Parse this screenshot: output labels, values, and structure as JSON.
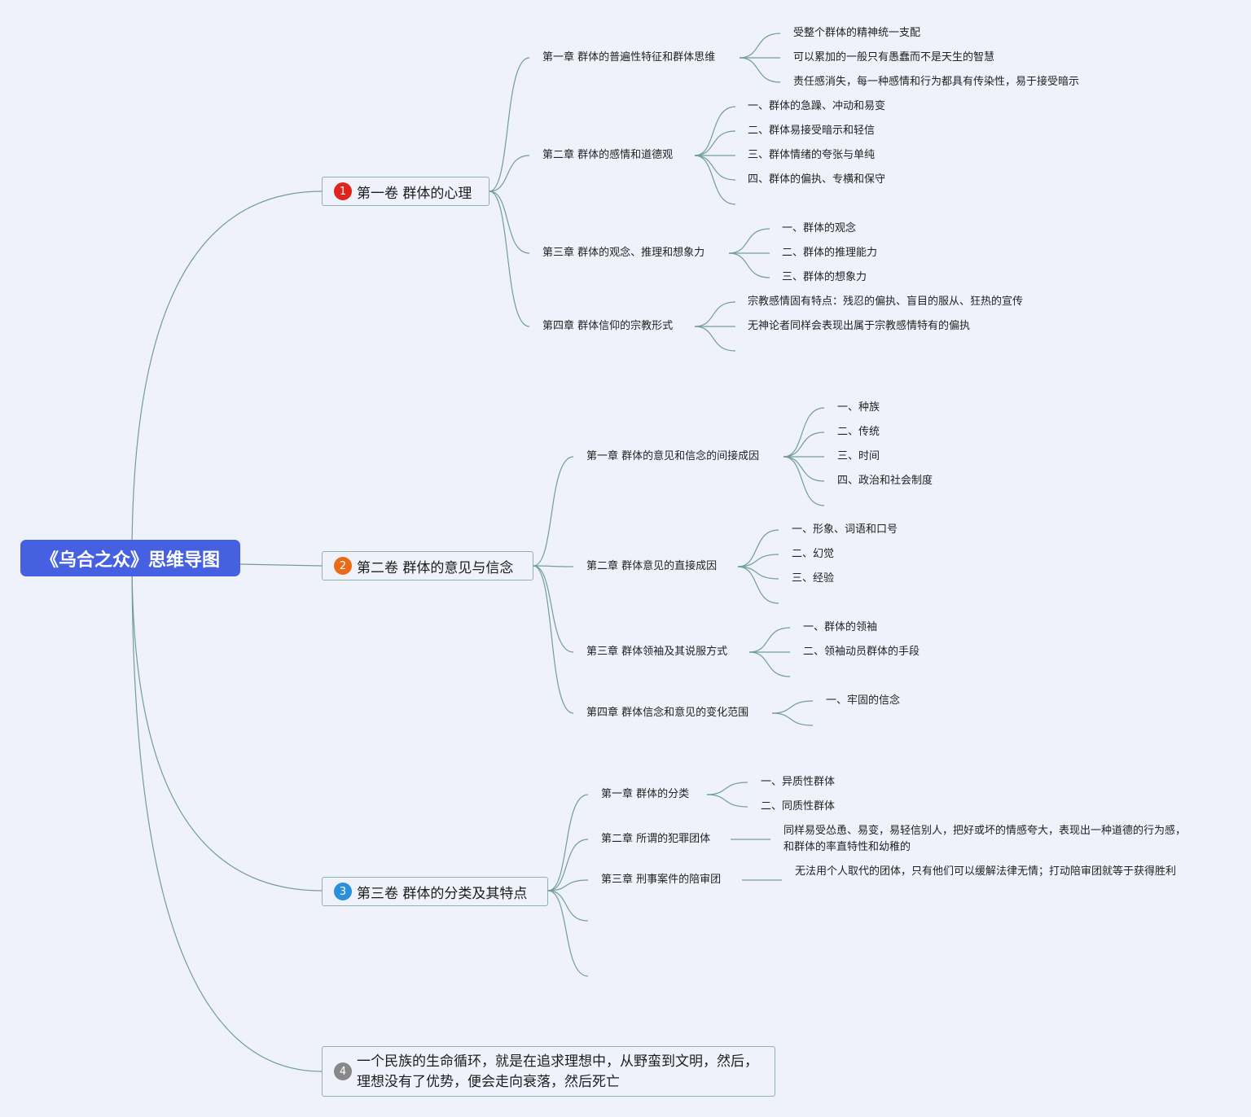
{
  "title": "《乌合之众》思维导图",
  "volumes": [
    {
      "number": "1",
      "label": "第一卷 群体的心理",
      "chapters": [
        {
          "label": "第一章 群体的普遍性特征和群体思维",
          "items": [
            "受整个群体的精神统一支配",
            "可以累加的一般只有愚蠢而不是天生的智慧",
            "责任感消失，每一种感情和行为都具有传染性，易于接受暗示"
          ]
        },
        {
          "label": "第二章 群体的感情和道德观",
          "items": [
            "一、群体的急躁、冲动和易变",
            "二、群体易接受暗示和轻信",
            "三、群体情绪的夸张与单纯",
            "四、群体的偏执、专横和保守"
          ]
        },
        {
          "label": "第三章 群体的观念、推理和想象力",
          "items": [
            "一、群体的观念",
            "二、群体的推理能力",
            "三、群体的想象力"
          ]
        },
        {
          "label": "第四章 群体信仰的宗教形式",
          "items": [
            "宗教感情固有特点：残忍的偏执、盲目的服从、狂热的宣传",
            "无神论者同样会表现出属于宗教感情特有的偏执"
          ]
        }
      ]
    },
    {
      "number": "2",
      "label": "第二卷 群体的意见与信念",
      "chapters": [
        {
          "label": "第一章 群体的意见和信念的间接成因",
          "items": [
            "一、种族",
            "二、传统",
            "三、时间",
            "四、政治和社会制度"
          ]
        },
        {
          "label": "第二章 群体意见的直接成因",
          "items": [
            "一、形象、词语和口号",
            "二、幻觉",
            "三、经验"
          ]
        },
        {
          "label": "第三章 群体领袖及其说服方式",
          "items": [
            "一、群体的领袖",
            "二、领袖动员群体的手段"
          ]
        },
        {
          "label": "第四章 群体信念和意见的变化范围",
          "items": [
            "一、牢固的信念"
          ]
        }
      ]
    },
    {
      "number": "3",
      "label": "第三卷 群体的分类及其特点",
      "chapters": [
        {
          "label": "第一章 群体的分类",
          "items": [
            "一、异质性群体",
            "二、同质性群体"
          ]
        },
        {
          "label": "第二章 所谓的犯罪团体",
          "items": [
            "同样易受怂恿、易变，易轻信别人，把好或坏的情感夸大，表现出一种道德的行为感，和群体的率直特性和幼稚的"
          ]
        },
        {
          "label": "第三章 刑事案件的陪审团",
          "items": [
            "无法用个人取代的团体，只有他们可以缓解法律无情；打动陪审团就等于获得胜利"
          ]
        }
      ]
    },
    {
      "number": "4",
      "label": "一个民族的生命循环，就是在追求理想中，从野蛮到文明，然后，理想没有了优势，便会走向衰落，然后死亡"
    }
  ]
}
